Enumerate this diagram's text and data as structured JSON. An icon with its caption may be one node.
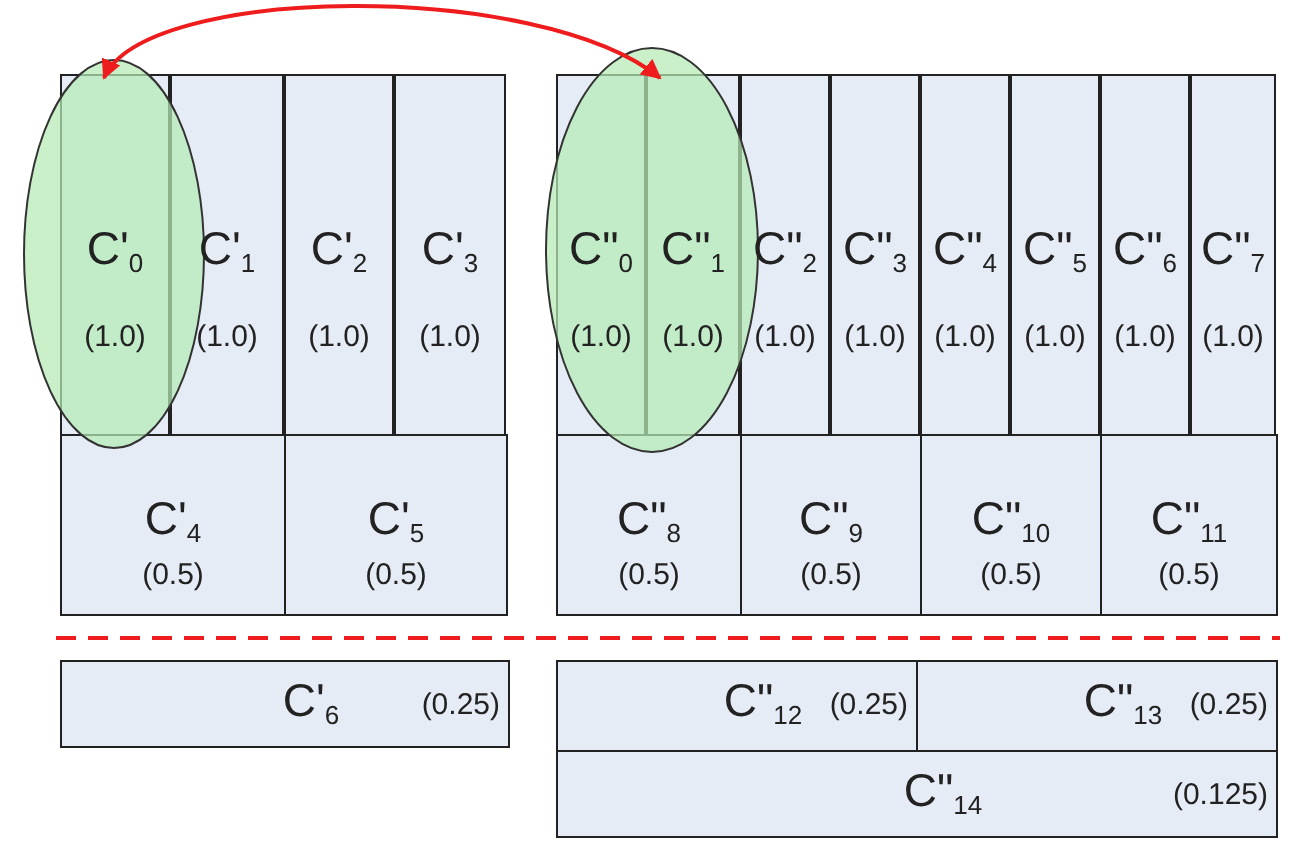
{
  "diagram": {
    "nodes": [
      {
        "text": [
          "C'$_{0}$",
          "(1.0)"
        ]
      },
      {
        "text": [
          "C'$_{1}$",
          "(1.0)"
        ]
      },
      {
        "text": [
          "C'$_{2}$",
          "(1.0)"
        ]
      },
      {
        "text": [
          "C'$_{3}$",
          "(1.0)"
        ]
      },
      {
        "text": [
          "C\"$_{0}$",
          "(1.0)"
        ]
      },
      {
        "text": [
          "C\"$_{1}$",
          "(1.0)"
        ]
      },
      {
        "text": [
          "C\"$_{2}$",
          "(1.0)"
        ]
      },
      {
        "text": [
          "C\"$_{3}$",
          "(1.0)"
        ]
      },
      {
        "text": [
          "C\"$_{4}$",
          "(1.0)"
        ]
      },
      {
        "text": [
          "C\"$_{5}$",
          "(1.0)"
        ]
      },
      {
        "text": [
          "C\"$_{6}$",
          "(1.0)"
        ]
      },
      {
        "text": [
          "C\"$_{7}$",
          "(1.0)"
        ]
      },
      {
        "text": [
          "C'$_{4}$",
          "(0.5)"
        ]
      },
      {
        "text": [
          "C'$_{5}$",
          "(0.5)"
        ]
      },
      {
        "text": [
          "C\"$_{8}$",
          "(0.5)"
        ]
      },
      {
        "text": [
          "C\"$_{9}$",
          "(0.5)"
        ]
      },
      {
        "text": [
          "C\"$_{10}$",
          "(0.5)"
        ]
      },
      {
        "text": [
          "C\"$_{11}$",
          "(0.5)"
        ]
      },
      {
        "text": [
          "C'$_{6}$",
          "(0.25)"
        ]
      },
      {
        "text": [
          "C\"$_{12}$",
          "(0.25)"
        ]
      },
      {
        "text": [
          "C\"$_{13}$",
          "(0.25)"
        ]
      },
      {
        "text": [
          "C\"$_{14}$",
          "(0.125)"
        ]
      }
    ],
    "edges": [
      {
        "from": 0,
        "to": 5,
        "arrow": "both"
      }
    ]
  }
}
